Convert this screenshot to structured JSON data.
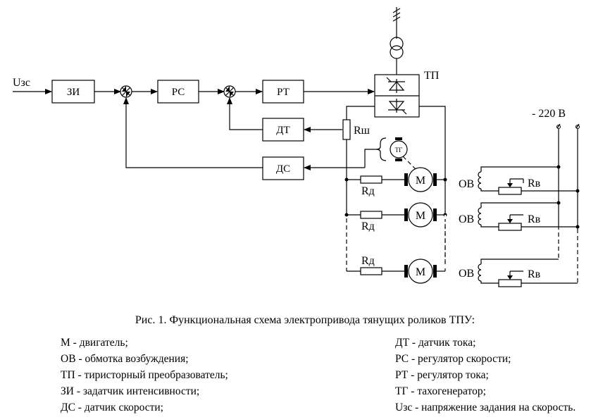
{
  "diagram": {
    "input": "Uзс",
    "blocks": {
      "zi": "ЗИ",
      "rs": "РС",
      "rt": "РТ",
      "dt": "ДТ",
      "ds": "ДС",
      "tp": "ТП"
    },
    "motor": "М",
    "tachogen": "ТГ",
    "shunt": "Rш",
    "rd": "Rд",
    "ov": "ОВ",
    "rv": "Rв",
    "supply": "- 220 В"
  },
  "caption": "Рис. 1. Функциональная схема электропривода тянущих роликов ТПУ:",
  "legend": {
    "left": [
      "М  - двигатель;",
      "ОВ - обмотка возбуждения;",
      "ТП - тиристорный преобразователь;",
      "ЗИ - задатчик интенсивности;",
      "ДС - датчик скорости;"
    ],
    "right": [
      "ДТ - датчик тока;",
      "РС - регулятор скорости;",
      "РТ - регулятор тока;",
      "ТГ - тахогенератор;",
      "Uзс - напряжение задания на скорость."
    ]
  }
}
